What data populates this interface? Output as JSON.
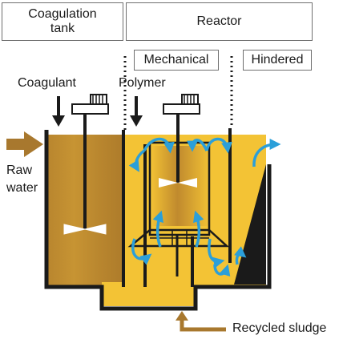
{
  "headers": {
    "coagulation_tank": "Coagulation\ntank",
    "reactor": "Reactor"
  },
  "zones": {
    "mechanical": "Mechanical",
    "hindered": "Hindered"
  },
  "inputs": {
    "coagulant": "Coagulant",
    "polymer": "Polymer",
    "raw_water_line1": "Raw",
    "raw_water_line2": "water",
    "recycled_sludge": "Recycled sludge"
  },
  "colors": {
    "liquid_light": "#f3c335",
    "liquid_dark": "#b8852e",
    "wall": "#1a1a1a",
    "flow_arrow": "#2b9fd9",
    "brown_arrow": "#a8782e",
    "box_border": "#6f6f6f"
  },
  "icons": [
    "down-arrow-icon",
    "mixer-motor-icon",
    "impeller-icon",
    "flow-arrow-icon",
    "inlet-arrow-icon",
    "sludge-return-arrow-icon"
  ]
}
